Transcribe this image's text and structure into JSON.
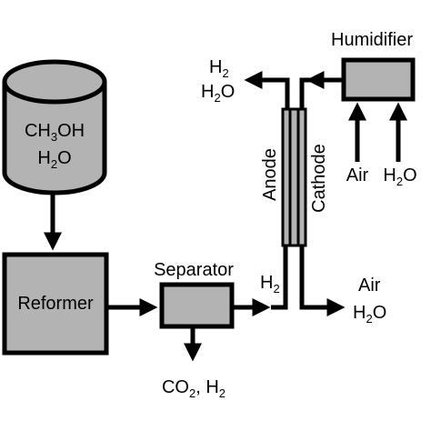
{
  "tank": {
    "line1": "CH",
    "line1_sub": "3",
    "line1_end": "OH",
    "line2": "H",
    "line2_sub": "2",
    "line2_end": "O"
  },
  "reformer": {
    "label": "Reformer"
  },
  "separator": {
    "label": "Separator"
  },
  "separator_out": {
    "main": "CO",
    "sub": "2",
    "rest": ", H",
    "sub2": "2"
  },
  "h2_in": {
    "main": "H",
    "sub": "2"
  },
  "anode": {
    "label": "Anode"
  },
  "cathode": {
    "label": "Cathode"
  },
  "anode_out": {
    "line1_main": "H",
    "line1_sub": "2",
    "line2_main": "H",
    "line2_sub": "2",
    "line2_end": "O"
  },
  "cathode_out": {
    "line1": "Air",
    "line2_main": "H",
    "line2_sub": "2",
    "line2_end": "O"
  },
  "humidifier": {
    "label": "Humidifier"
  },
  "humidifier_in": {
    "air": "Air",
    "water_main": "H",
    "water_sub": "2",
    "water_end": "O"
  },
  "colors": {
    "component_fill": "#b3b3b3",
    "stroke": "#000000"
  }
}
